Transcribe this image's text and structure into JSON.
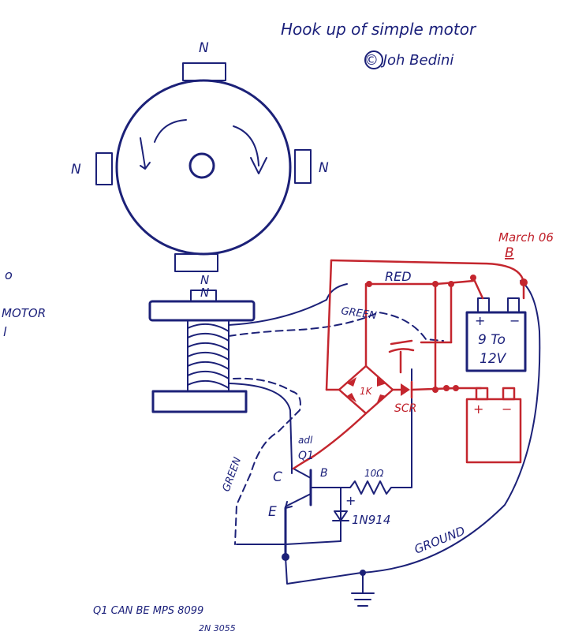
{
  "title": "Hook up of simple motor",
  "credit": "© Joh Bedini",
  "date": "March 06",
  "date_initial": "B",
  "left_cutoff": [
    "o",
    "MOTOR",
    "l"
  ],
  "magnet_labels": [
    "N",
    "N",
    "N",
    "N"
  ],
  "coil_pole_label": "N",
  "wire_labels": {
    "red": "RED",
    "green_top": "GREEN",
    "green_side": "GREEN",
    "ground": "GROUND",
    "extra": "adl"
  },
  "components": {
    "resistor_1k": "1K",
    "scr": "SCR",
    "transistor": "Q1",
    "collector": "C",
    "base": "B",
    "emitter": "E",
    "resistor_base": "10Ω",
    "diode": "1N914",
    "diode_plus": "+"
  },
  "battery_top": {
    "plus": "+",
    "minus": "−",
    "voltage_line1": "9 To",
    "voltage_line2": "12V"
  },
  "battery_bottom": {
    "plus": "+",
    "minus": "−"
  },
  "footnote": {
    "line1": "Q1  CAN BE  MPS 8099",
    "line2": "2N 3055"
  },
  "colors": {
    "blue_ink": "#1c2178",
    "red_ink": "#c4262e",
    "paper": "#ffffff"
  }
}
